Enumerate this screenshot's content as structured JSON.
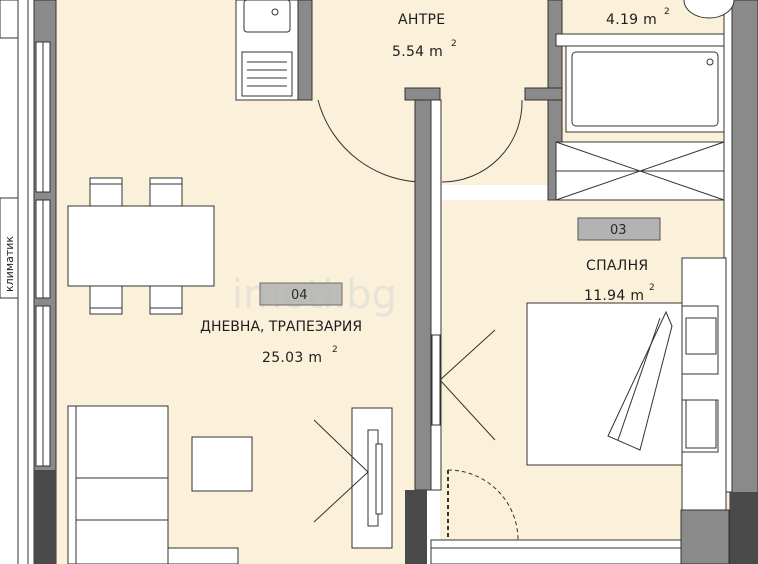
{
  "rooms": {
    "hall": {
      "name": "АНТРЕ",
      "area": "5.54 m",
      "sup": "2"
    },
    "bath": {
      "area": "4.19 m",
      "sup": "2"
    },
    "bedroom": {
      "number": "03",
      "name": "СПАЛНЯ",
      "area": "11.94 m",
      "sup": "2"
    },
    "living": {
      "number": "04",
      "name": "ДНЕВНА, ТРАПЕЗАРИЯ",
      "area": "25.03 m",
      "sup": "2"
    }
  },
  "side_label": "климатик",
  "watermark": "imoti.bg",
  "colors": {
    "floor": "#fbf0d9",
    "wall": "#8a8a8a",
    "wall_dark": "#4a4a4a",
    "tag": "#b3b3b3",
    "line": "#333333"
  }
}
